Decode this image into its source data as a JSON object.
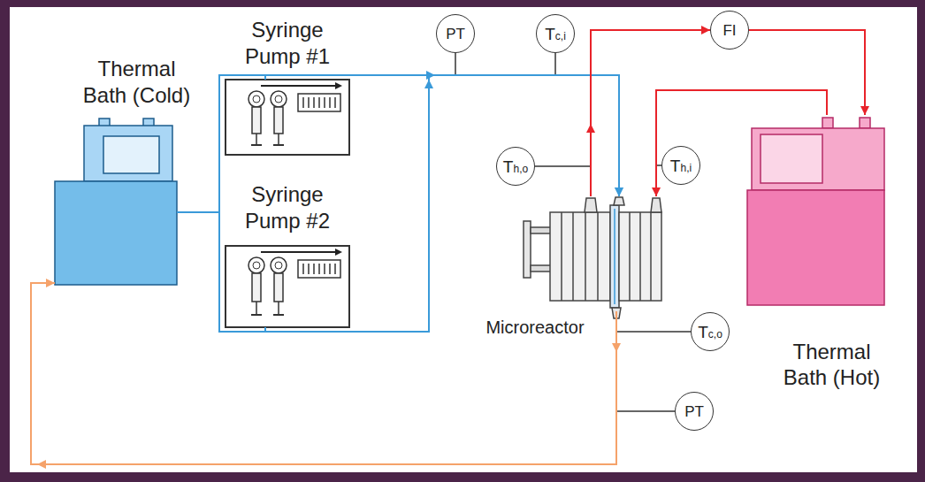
{
  "diagram": {
    "nodes": [
      {
        "text": [
          "Thermal Bath (Cold)"
        ]
      },
      {
        "text": [
          "Syringe Pump #1"
        ]
      },
      {
        "text": [
          "Syringe Pump #2"
        ]
      },
      {
        "text": [
          "PT"
        ]
      },
      {
        "text": [
          "Tc,i"
        ]
      },
      {
        "text": [
          "FI"
        ]
      },
      {
        "text": [
          "Th,o"
        ]
      },
      {
        "text": [
          "Th,i"
        ]
      },
      {
        "text": [
          "Microreactor"
        ]
      },
      {
        "text": [
          "Tc,o"
        ]
      },
      {
        "text": [
          "Thermal Bath (Hot)"
        ]
      },
      {
        "text": [
          "PT"
        ]
      }
    ],
    "edges": [
      {
        "from": 0,
        "to": 1,
        "arrow": "none"
      },
      {
        "from": 1,
        "to": 8,
        "arrow": "to"
      },
      {
        "from": 0,
        "to": 2,
        "arrow": "none"
      },
      {
        "from": 2,
        "to": 8,
        "arrow": "to"
      },
      {
        "from": 8,
        "to": 5,
        "arrow": "to"
      },
      {
        "from": 5,
        "to": 10,
        "arrow": "to"
      },
      {
        "from": 10,
        "to": 8,
        "arrow": "to"
      },
      {
        "from": 8,
        "to": 0,
        "arrow": "to"
      }
    ]
  }
}
